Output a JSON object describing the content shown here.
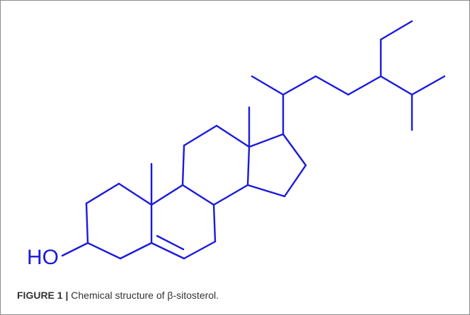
{
  "figure": {
    "caption_lead": "FIGURE 1 |",
    "caption_text": " Chemical structure of β-sitosterol."
  },
  "structure": {
    "hydroxyl_label": "HO",
    "bond_color": "#1a1adb"
  }
}
